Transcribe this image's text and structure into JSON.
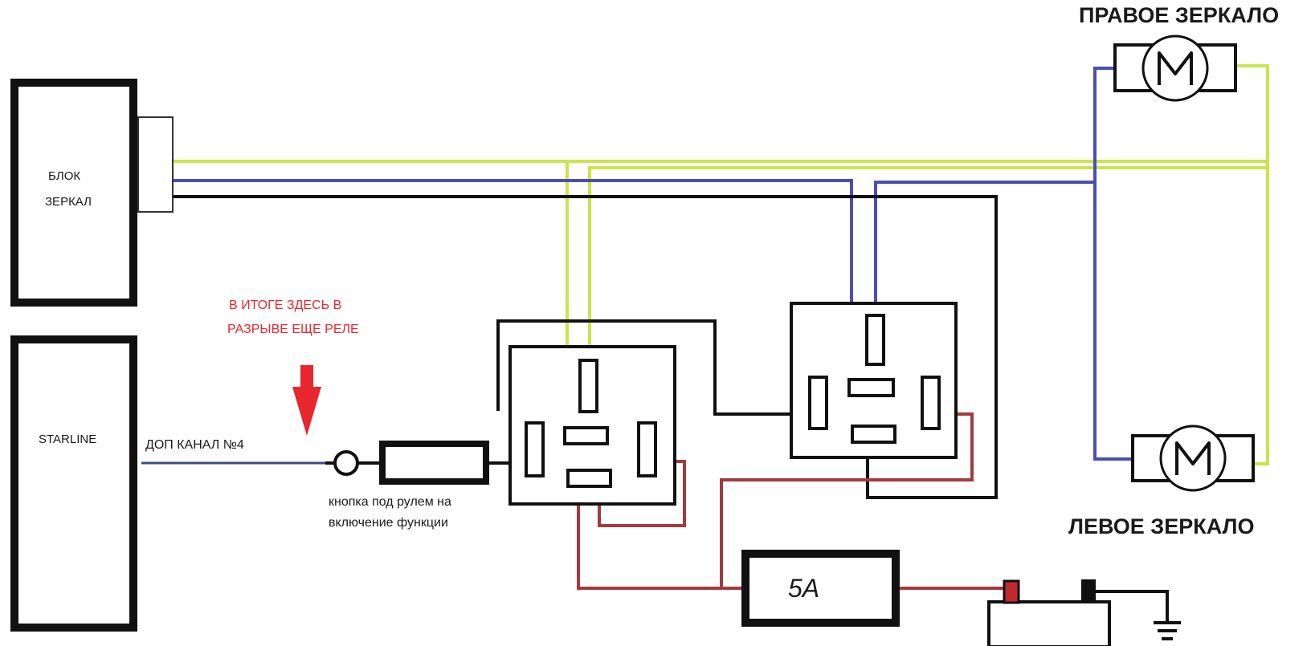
{
  "labels": {
    "mirror_block": [
      "БЛОК",
      "ЗЕРКАЛ"
    ],
    "starline": "STARLINE",
    "extra_channel": "ДОП КАНАЛ №4",
    "note": [
      "В ИТОГЕ ЗДЕСЬ В",
      "РАЗРЫВЕ ЕЩЕ РЕЛЕ"
    ],
    "button_caption": [
      "кнопка под рулем на",
      "включение функции"
    ],
    "fuse": "5A",
    "right_mirror": "ПРАВОЕ ЗЕРКАЛО",
    "left_mirror": "ЛЕВОЕ ЗЕРКАЛО"
  },
  "colors": {
    "green_wire": "#c8e64a",
    "blue_wire": "#4a4fb0",
    "black_wire": "#111111",
    "red_wire": "#a33a3f",
    "starline_wire": "#3c4a8c",
    "note_text": "#e8262d",
    "arrow": "#e8262d",
    "battery_terminal_plus": "#c0292e"
  },
  "icons": {
    "motor": "motor-m-icon",
    "arrow": "arrow-down-icon",
    "ground": "ground-icon",
    "battery": "battery-icon",
    "button": "push-button-icon"
  }
}
